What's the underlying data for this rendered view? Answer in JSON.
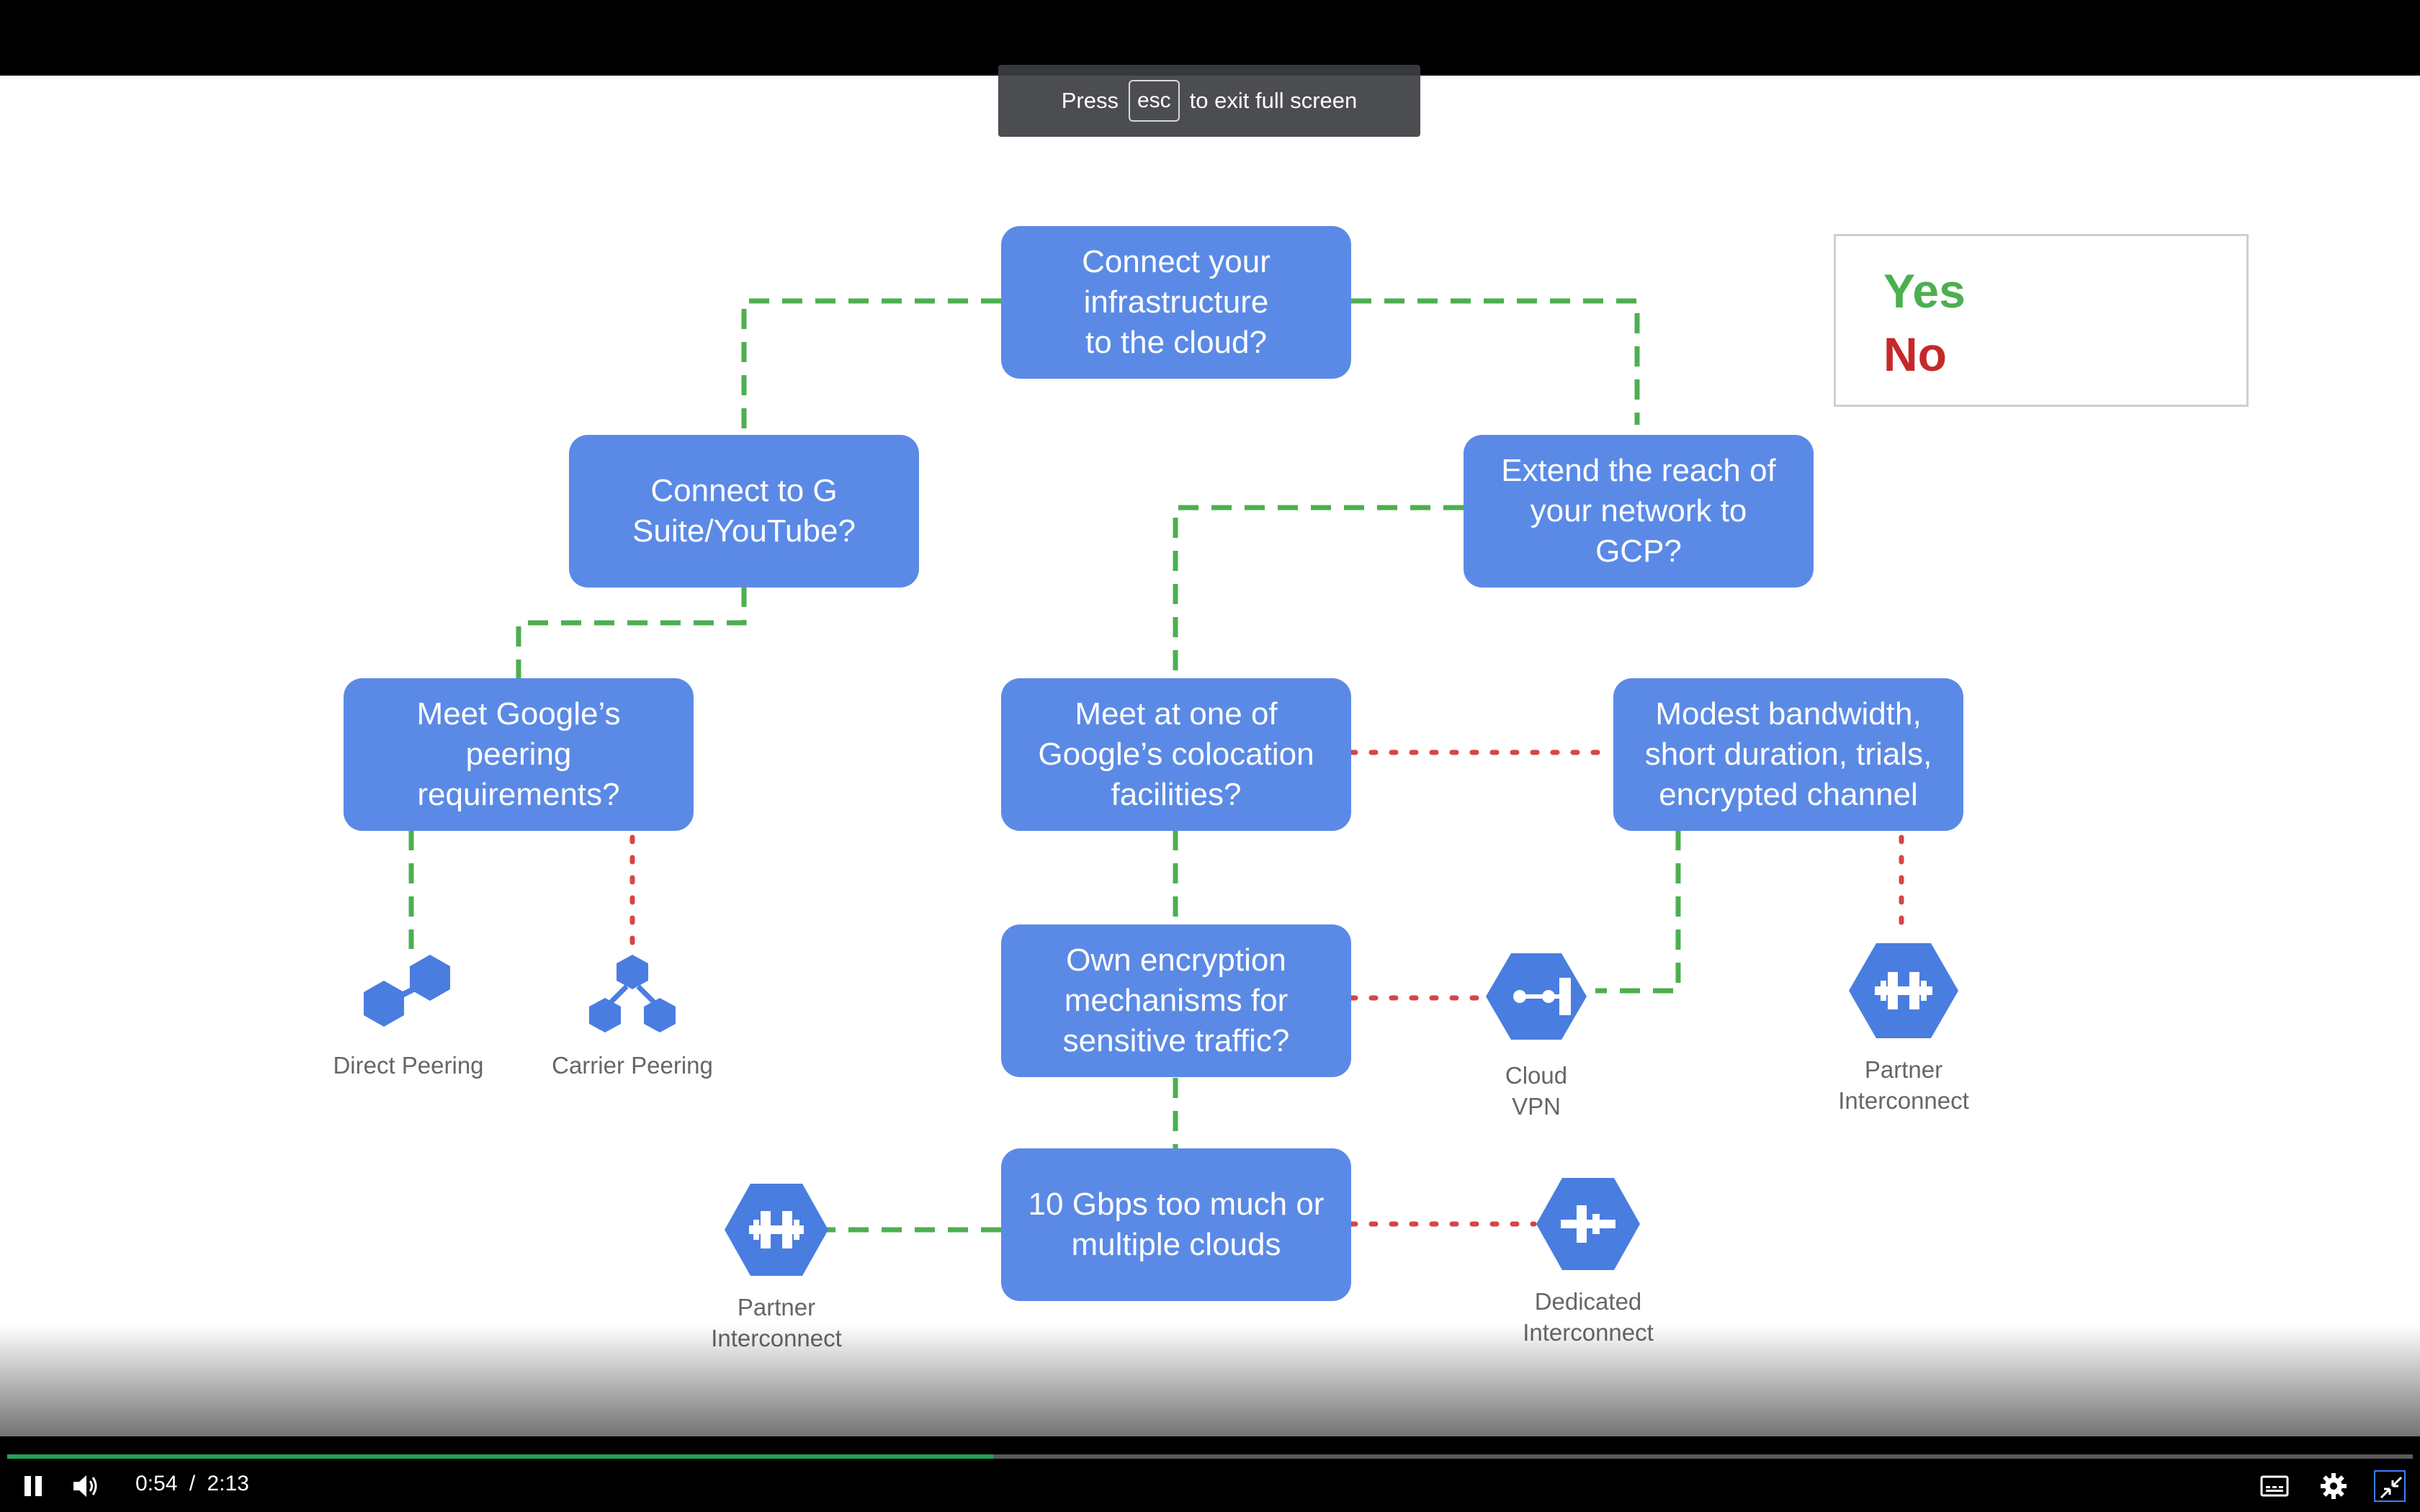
{
  "fullscreen_toast": {
    "prefix": "Press",
    "key": "esc",
    "suffix": "to exit full screen"
  },
  "legend": {
    "yes_label": "Yes",
    "no_label": "No",
    "yes_color": "#4caf50",
    "no_color": "#c62828"
  },
  "diagram": {
    "q_connect_infra": "Connect your\ninfrastructure\nto the cloud?",
    "q_gsuite": "Connect to G\nSuite/YouTube?",
    "q_extend": "Extend the reach of\nyour network to\nGCP?",
    "q_peering_req": "Meet Google’s\npeering\nrequirements?",
    "q_colocation": "Meet at one of\nGoogle’s colocation\nfacilities?",
    "q_modest": "Modest bandwidth,\nshort duration, trials,\nencrypted channel",
    "q_encryption": "Own encryption\nmechanisms for\nsensitive traffic?",
    "q_10gbps": "10 Gbps too much or\nmultiple clouds",
    "direct_peering": "Direct Peering",
    "carrier_peering": "Carrier Peering",
    "cloud_vpn": "Cloud\nVPN",
    "partner_interconnect_right": "Partner\nInterconnect",
    "partner_interconnect_left": "Partner\nInterconnect",
    "dedicated_interconnect": "Dedicated\nInterconnect",
    "box_color": "#5b8ae6",
    "icon_color": "#4a7de0"
  },
  "player": {
    "current_time": "0:54",
    "separator": "/",
    "duration": "2:13",
    "progress_fraction": 0.41,
    "progress_color": "#22a35a",
    "icons": [
      "pause-icon",
      "volume-icon",
      "captions-icon",
      "settings-icon",
      "exit-fullscreen-icon"
    ]
  }
}
